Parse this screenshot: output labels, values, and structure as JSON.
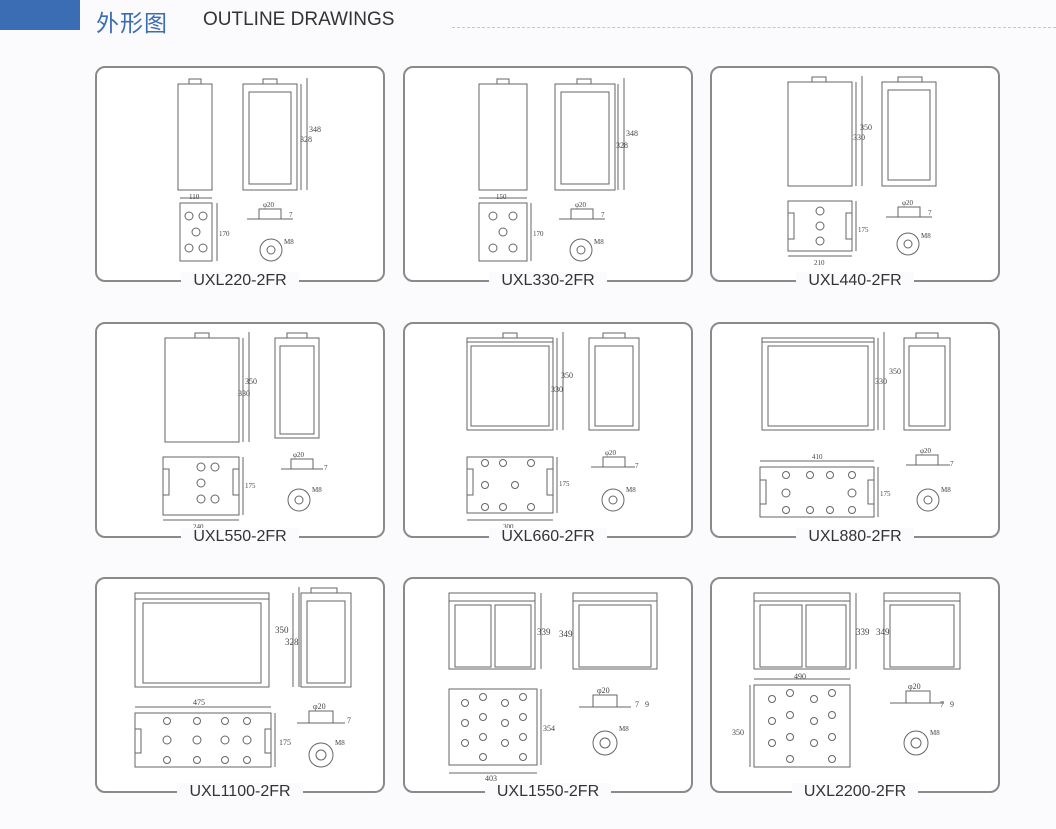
{
  "header": {
    "title_cn": "外形图",
    "title_en": "OUTLINE DRAWINGS",
    "accent": "#3a6db3"
  },
  "panels": [
    {
      "model": "UXL220-2FR",
      "dims": {
        "h_total": "348",
        "h_body": "328",
        "width": "110",
        "depth": "170",
        "phi": "φ20",
        "bolt": "M8",
        "t": "7"
      }
    },
    {
      "model": "UXL330-2FR",
      "dims": {
        "h_total": "348",
        "h_body": "328",
        "width": "150",
        "depth": "170",
        "phi": "φ20",
        "bolt": "M8",
        "t": "7"
      }
    },
    {
      "model": "UXL440-2FR",
      "dims": {
        "h_total": "350",
        "h_body": "330",
        "width": "210",
        "depth": "175",
        "phi": "φ20",
        "bolt": "M8",
        "t": "7"
      }
    },
    {
      "model": "UXL550-2FR",
      "dims": {
        "h_total": "350",
        "h_body": "330",
        "width": "240",
        "depth": "175",
        "phi": "φ20",
        "bolt": "M8",
        "t": "7"
      }
    },
    {
      "model": "UXL660-2FR",
      "dims": {
        "h_total": "350",
        "h_body": "330",
        "width": "300",
        "depth": "175",
        "phi": "φ20",
        "bolt": "M8",
        "t": "7"
      }
    },
    {
      "model": "UXL880-2FR",
      "dims": {
        "h_total": "350",
        "h_body": "330",
        "width": "410",
        "depth": "175",
        "phi": "φ20",
        "bolt": "M8",
        "t": "7"
      }
    },
    {
      "model": "UXL1100-2FR",
      "dims": {
        "h_total": "350",
        "h_body": "328",
        "width": "475",
        "depth": "175",
        "phi": "φ20",
        "bolt": "M8",
        "t": "7"
      }
    },
    {
      "model": "UXL1550-2FR",
      "dims": {
        "h_total": "339",
        "h_body": "349",
        "width": "403",
        "depth": "354",
        "phi": "φ20",
        "bolt": "M8",
        "t": "7",
        "t2": "9"
      }
    },
    {
      "model": "UXL2200-2FR",
      "dims": {
        "h_total": "339",
        "h_body": "349",
        "width": "490",
        "depth": "350",
        "phi": "φ20",
        "bolt": "M8",
        "t": "7",
        "t2": "9"
      }
    }
  ]
}
